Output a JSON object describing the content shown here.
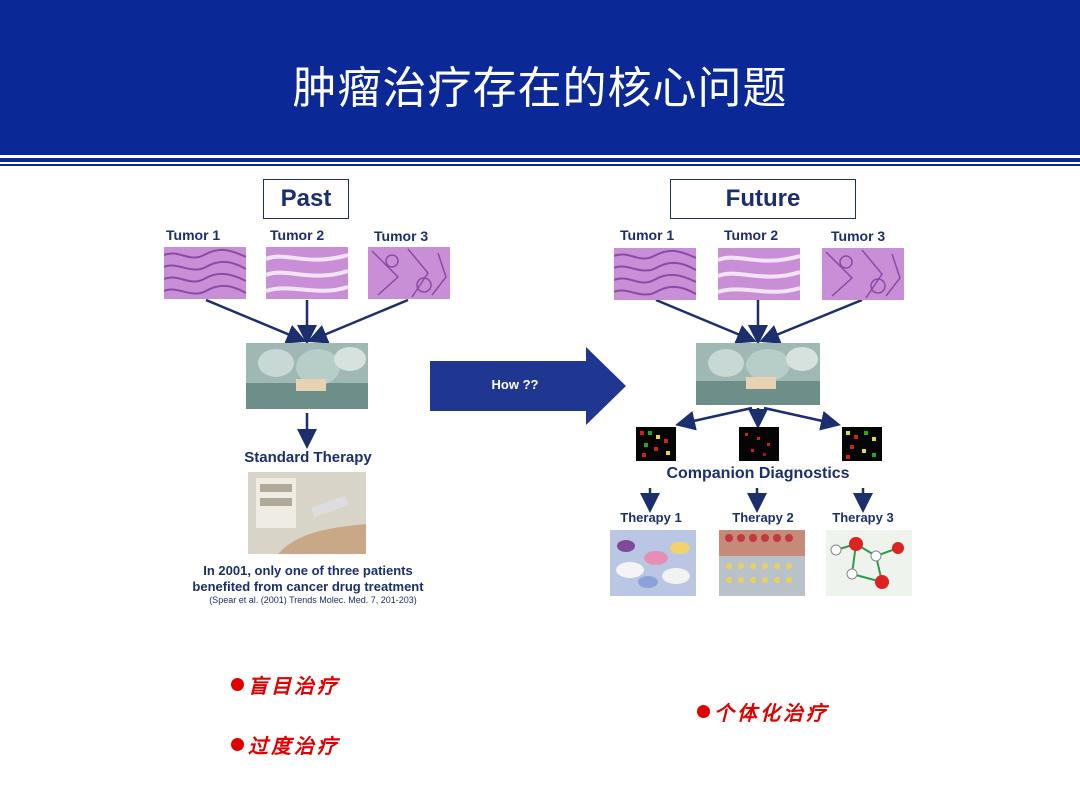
{
  "title": "肿瘤治疗存在的核心问题",
  "past": {
    "heading": "Past",
    "tumors": [
      "Tumor 1",
      "Tumor 2",
      "Tumor 3"
    ],
    "standard_therapy": "Standard Therapy",
    "note_line1": "In 2001, only one of three patients",
    "note_line2": "benefited from cancer drug treatment",
    "citation": "(Spear et al. (2001) Trends Molec. Med. 7, 201-203)"
  },
  "arrow_label": "How ??",
  "future": {
    "heading": "Future",
    "tumors": [
      "Tumor 1",
      "Tumor 2",
      "Tumor 3"
    ],
    "companion": "Companion Diagnostics",
    "therapies": [
      "Therapy 1",
      "Therapy 2",
      "Therapy 3"
    ]
  },
  "bullets_left": [
    "盲目治疗",
    "过度治疗"
  ],
  "bullets_right": [
    "个体化治疗"
  ],
  "colors": {
    "header": "#0a2896",
    "diagram_text": "#1b2f6e",
    "bullet_red": "#e00000",
    "arrow_fill": "#1f3791"
  }
}
